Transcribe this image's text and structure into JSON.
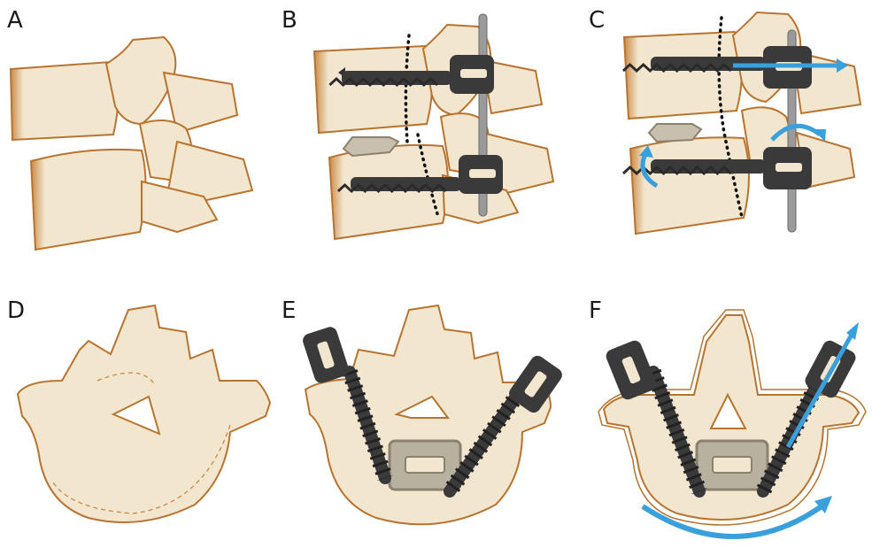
{
  "panels": [
    {
      "label": "A"
    },
    {
      "label": "B"
    },
    {
      "label": "C"
    },
    {
      "label": "D"
    },
    {
      "label": "E"
    },
    {
      "label": "F"
    }
  ],
  "colors": {
    "bone_fill": "#f3e6cf",
    "bone_edge": "#b8742f",
    "bone_shadow": "#c98a45",
    "screw": "#3a3a3a",
    "rod": "#9a9a9a",
    "arrow": "#3aa0dc",
    "cage": "#a9a091",
    "osteotomy_line": "#111111"
  },
  "icons": [
    "screw-icon",
    "rod-icon",
    "cage-icon",
    "arrow-icon",
    "osteotomy-line-icon"
  ]
}
